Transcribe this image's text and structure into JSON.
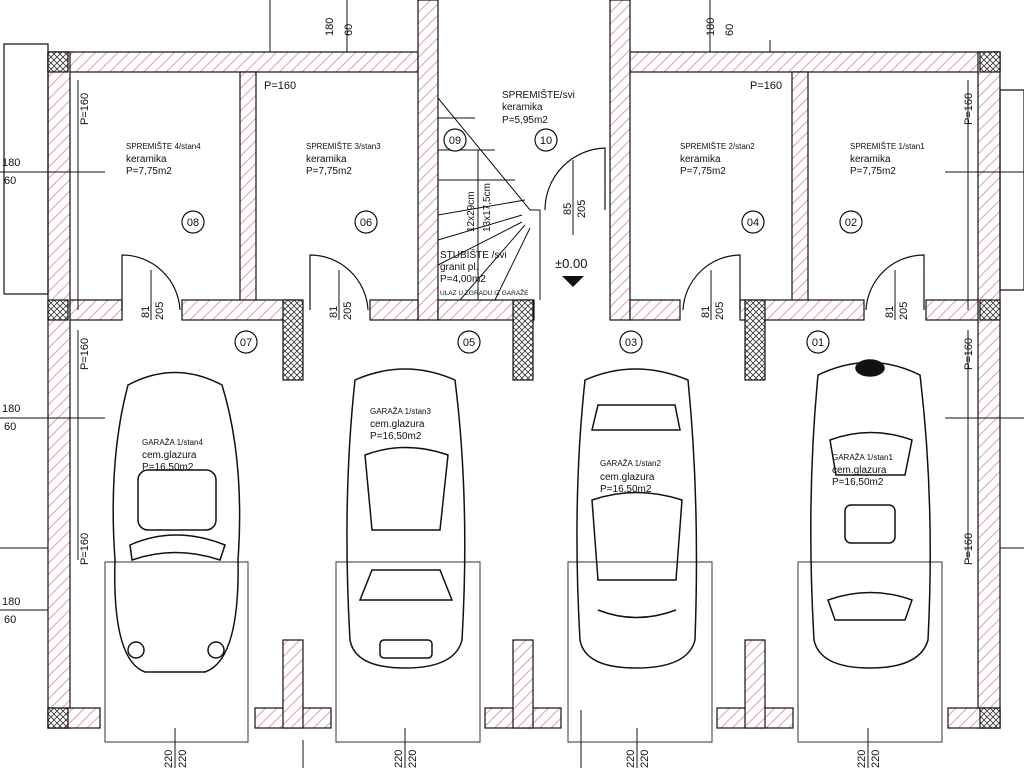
{
  "rooms": [
    {
      "id": "08",
      "name": "SPREMIŠTE 4/stan4",
      "floor": "keramika",
      "area": "P=7,75m2"
    },
    {
      "id": "06",
      "name": "SPREMIŠTE 3/stan3",
      "floor": "keramika",
      "area": "P=7,75m2"
    },
    {
      "id": "10",
      "name": "SPREMIŠTE/svi",
      "floor": "keramika",
      "area": "P=5,95m2"
    },
    {
      "id": "04",
      "name": "SPREMIŠTE 2/stan2",
      "floor": "keramika",
      "area": "P=7,75m2"
    },
    {
      "id": "02",
      "name": "SPREMIŠTE 1/stan1",
      "floor": "keramika",
      "area": "P=7,75m2"
    },
    {
      "id": "09",
      "name": "STUBIŠTE /svi",
      "floor": "granit pl.",
      "area": "P=4,00m2",
      "note": "ULAZ U ZGRADU IZ GARAŽE"
    }
  ],
  "garages": [
    {
      "id": "07",
      "name": "GARAŽA 1/stan4",
      "floor": "cem.glazura",
      "area": "P=16,50m2"
    },
    {
      "id": "05",
      "name": "GARAŽA 1/stan3",
      "floor": "cem.glazura",
      "area": "P=16,50m2"
    },
    {
      "id": "03",
      "name": "GARAŽA 1/stan2",
      "floor": "cem.glazura",
      "area": "P=16,50m2"
    },
    {
      "id": "01",
      "name": "GARAŽA 1/stan1",
      "floor": "cem.glazura",
      "area": "P=16,50m2"
    }
  ],
  "stairs": {
    "steps": "12x29cm",
    "rise": "13x17,5cm"
  },
  "level": "±0.00",
  "dims": {
    "window_w": "180",
    "window_h": "60",
    "sill": "P=160",
    "door_w": "81",
    "door_h": "205",
    "door2_w": "85",
    "door2_h": "205",
    "gate_w": "220",
    "gate_h": "220"
  },
  "colors": {
    "wall_hatch": "#e59ab0",
    "line": "#111111"
  }
}
